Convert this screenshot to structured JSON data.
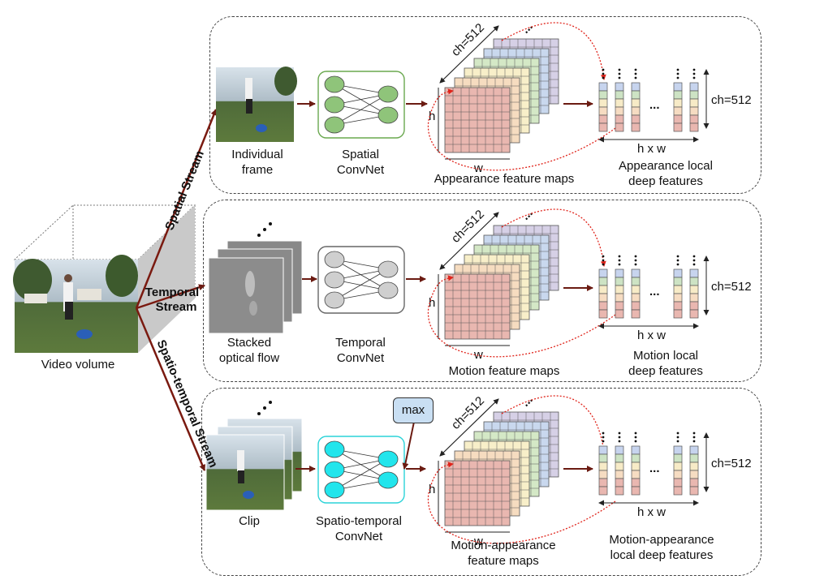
{
  "input": {
    "label": "Video volume"
  },
  "streams": {
    "spatial": "Spatial Stream",
    "temporal_line1": "Temporal",
    "temporal_line2": "Stream",
    "spatiotemporal": "Spatio-temporal Stream"
  },
  "rows": [
    {
      "input_line1": "Individual",
      "input_line2": "frame",
      "net_line1": "Spatial",
      "net_line2": "ConvNet",
      "maps_line1": "Appearance feature maps",
      "maps_line2": "",
      "feat_line1": "Appearance local",
      "feat_line2": "deep features",
      "node_color": "#8fc47a",
      "net_border": "#6aa84f"
    },
    {
      "input_line1": "Stacked",
      "input_line2": "optical flow",
      "net_line1": "Temporal",
      "net_line2": "ConvNet",
      "maps_line1": "Motion feature maps",
      "maps_line2": "",
      "feat_line1": "Motion local",
      "feat_line2": "deep features",
      "node_color": "#cfcfcf",
      "net_border": "#666666"
    },
    {
      "input_line1": "Clip",
      "input_line2": "",
      "net_line1": "Spatio-temporal",
      "net_line2": "ConvNet",
      "maps_line1": "Motion-appearance",
      "maps_line2": "feature maps",
      "feat_line1": "Motion-appearance",
      "feat_line2": "local deep features",
      "node_color": "#22e5ec",
      "net_border": "#2bd3d8"
    }
  ],
  "labels": {
    "ch": "ch=512",
    "h": "h",
    "w": "w",
    "hxw": "h x w",
    "dots": "...",
    "max": "max"
  },
  "colors": {
    "arrow": "#6b1b12",
    "stream_arrow": "#7a1a10",
    "dotted": "#e0241b",
    "maps_layers": [
      "#e9b7b0",
      "#f6dcc0",
      "#f8efc9",
      "#d4e8c6",
      "#c9d8ee",
      "#d6d0e6"
    ],
    "vector_cells": [
      "#c7d4ee",
      "#cde3c4",
      "#f7ebc7",
      "#f6dcc2",
      "#e9b7b0",
      "#e9b7b0"
    ]
  }
}
